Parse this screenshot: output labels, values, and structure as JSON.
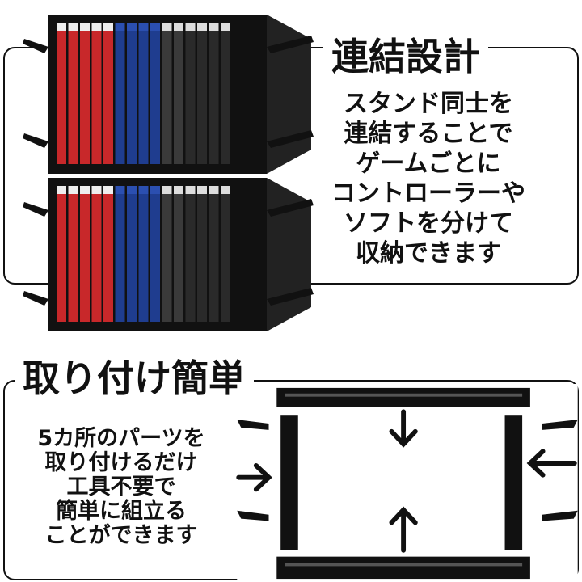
{
  "section1": {
    "heading": "連結設計",
    "lines": [
      "スタンド同士を",
      "連結することで",
      "ゲームごとに",
      "コントローラーや",
      "ソフトを分けて",
      "収納できます"
    ]
  },
  "section2": {
    "heading": "取り付け簡単",
    "lines": [
      "5カ所のパーツを",
      "取り付けるだけ",
      "工具不要で",
      "簡単に組立る",
      "ことができます"
    ]
  },
  "colors": {
    "switch_red": "#c8282a",
    "ps4_blue": "#1f3d8f",
    "xbox_dark": "#2a2a2a",
    "frame": "#111111"
  }
}
